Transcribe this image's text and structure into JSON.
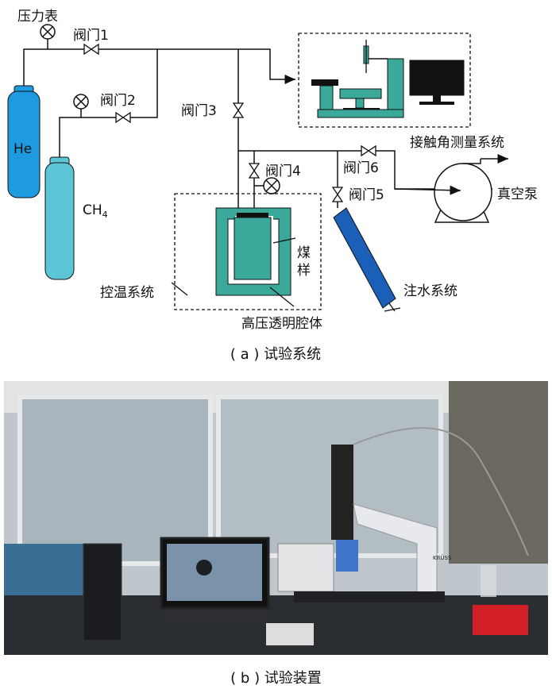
{
  "diagram": {
    "pressure_gauge": "压力表",
    "valve1": "阀门1",
    "valve2": "阀门2",
    "valve3": "阀门3",
    "valve4": "阀门4",
    "valve5": "阀门5",
    "valve6": "阀门6",
    "he_label": "He",
    "ch4_label": "CH",
    "ch4_sub": "4",
    "contact_angle_system": "接触角测量系统",
    "vacuum_pump": "真空泵",
    "temp_control_system": "控温系统",
    "coal_sample_1": "煤",
    "coal_sample_2": "样",
    "water_injection_system": "注水系统",
    "high_pressure_chamber": "高压透明腔体",
    "caption_a": "( a ) 试验系统"
  },
  "photo": {
    "brand_text": "KRÜSS"
  },
  "caption_b": "( b ) 试验装置",
  "colors": {
    "he_cylinder": "#1e9be0",
    "ch4_cylinder": "#5cc6d6",
    "teal": "#3aa999",
    "water_tube": "#1a5fb8"
  }
}
